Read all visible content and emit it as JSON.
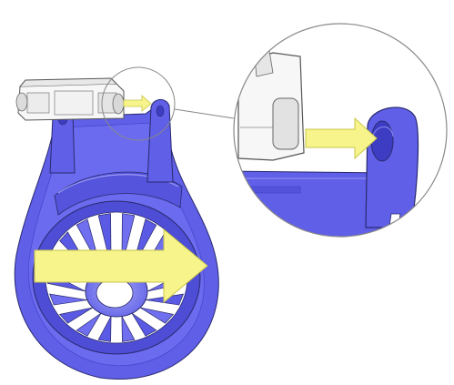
{
  "illustration": {
    "subject": "exploded-assembly-diagram",
    "parts": [
      "bracket-cap",
      "fan-housing",
      "hinge-pin",
      "hinge-ear"
    ],
    "arrow_count": 2,
    "has_detail_callout": true,
    "colors": {
      "housing": "#5f5fe8",
      "housing_dark": "#3d3dc4",
      "housing_light": "#8c8cf2",
      "cap": "#f7f7f7",
      "cap_shade": "#cfcfcf",
      "arrow": "#f6f48a",
      "arrow_stroke": "#c9c64a",
      "outline": "#2a2a6e",
      "callout_line": "#888888"
    }
  }
}
